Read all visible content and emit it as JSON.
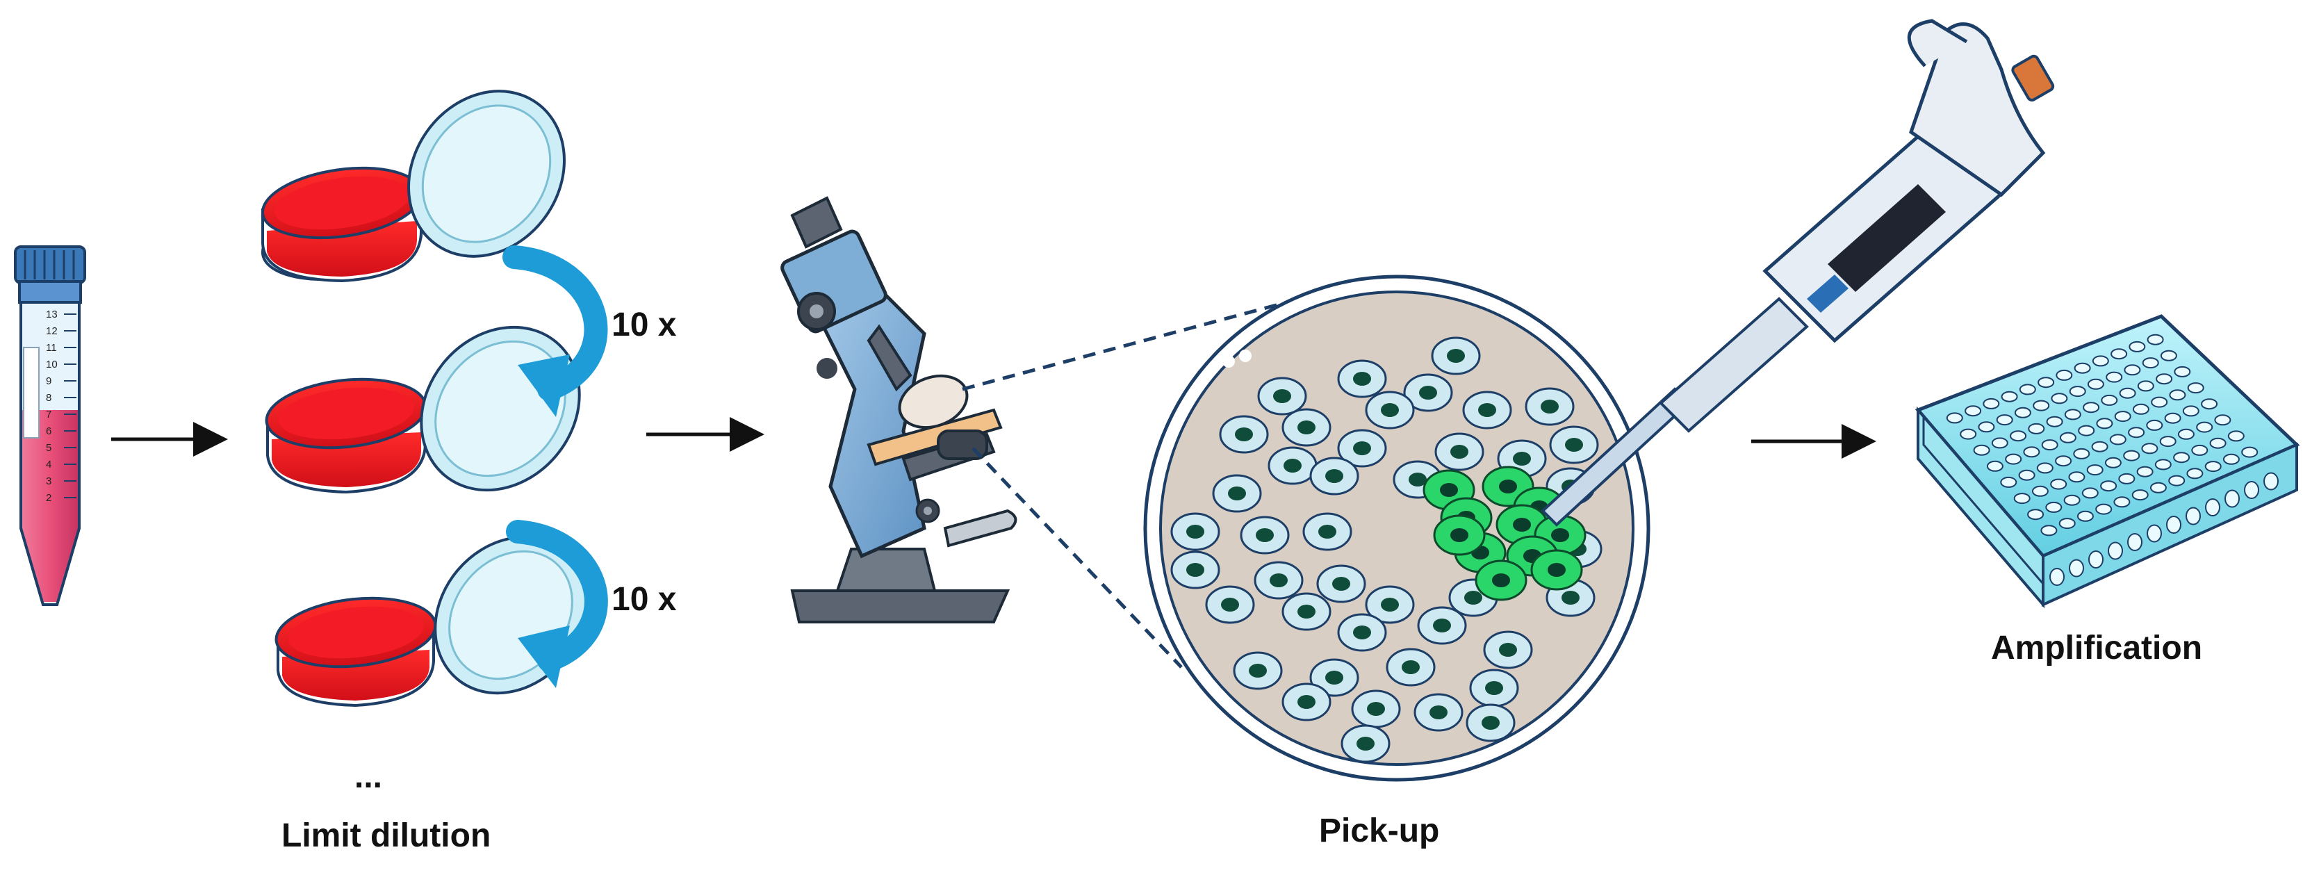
{
  "labels": {
    "limit_dilution": "Limit dilution",
    "ellipsis": "...",
    "repeat_1": "10 x",
    "repeat_2": "10 x",
    "pick_up": "Pick-up",
    "amplification": "Amplification"
  },
  "tube_scale": [
    "13",
    "12",
    "11",
    "10",
    "9",
    "8",
    "7",
    "6",
    "5",
    "4",
    "3",
    "2"
  ],
  "colors": {
    "culture_red": "#ee1c25",
    "tube_pink": "#e9507a",
    "lid_blue": "#c9eef6",
    "arrow_blue": "#1e9cd7",
    "microscope_blue": "#7eaed6",
    "microscope_dark": "#5b6470",
    "cell_light": "#cfe9f2",
    "cell_nucleus": "#0f4d3a",
    "colony_green": "#2ad56a",
    "dish_bg": "#d9cec4",
    "plate_blue": "#8fe3f0",
    "pipette_grey": "#dfe6ee",
    "pipette_orange": "#d9763a"
  }
}
